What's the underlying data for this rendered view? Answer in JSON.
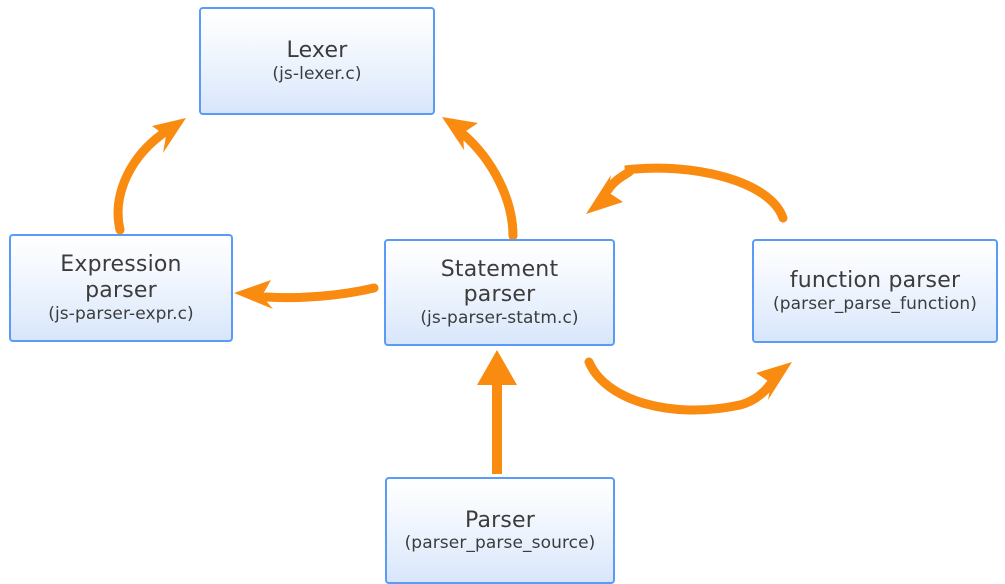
{
  "diagram": {
    "type": "flow-diagram",
    "background_color": "#ffffff",
    "node_border_color": "#5b9bf8",
    "node_fill_top_color": "#ffffff",
    "node_fill_bottom_color": "#d8e6fb",
    "node_text_color": "#3c3c3c",
    "arrow_color": "#f98b11",
    "nodes": [
      {
        "id": "lexer",
        "title": "Lexer",
        "subtitle": "(js-lexer.c)"
      },
      {
        "id": "expression-parser",
        "title": "Expression",
        "title2": "parser",
        "subtitle": "(js-parser-expr.c)"
      },
      {
        "id": "statement-parser",
        "title": "Statement",
        "title2": "parser",
        "subtitle": "(js-parser-statm.c)"
      },
      {
        "id": "function-parser",
        "title": "function parser",
        "subtitle": "(parser_parse_function)"
      },
      {
        "id": "parser",
        "title": "Parser",
        "subtitle": "(parser_parse_source)"
      }
    ],
    "edges": [
      {
        "id": "expression-to-lexer",
        "from": "expression-parser",
        "to": "lexer",
        "style": "curved",
        "direction": "up-right"
      },
      {
        "id": "statement-to-lexer",
        "from": "statement-parser",
        "to": "lexer",
        "style": "curved",
        "direction": "up-left"
      },
      {
        "id": "function-to-statement",
        "from": "function-parser",
        "to": "statement-parser",
        "style": "arc-over",
        "direction": "left"
      },
      {
        "id": "statement-to-function",
        "from": "statement-parser",
        "to": "function-parser",
        "style": "arc-under",
        "direction": "right"
      },
      {
        "id": "statement-to-expression",
        "from": "statement-parser",
        "to": "expression-parser",
        "style": "straight-slight-curve",
        "direction": "left"
      },
      {
        "id": "parser-to-statement",
        "from": "parser",
        "to": "statement-parser",
        "style": "straight",
        "direction": "up"
      }
    ]
  }
}
